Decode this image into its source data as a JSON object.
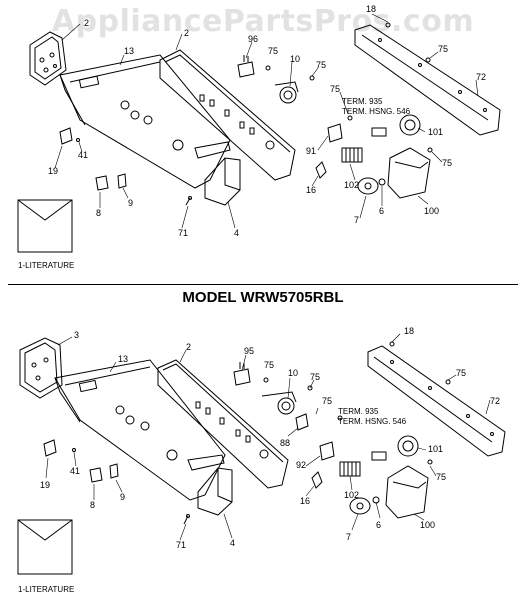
{
  "watermark": "AppliancePartsPros.com",
  "model_label": "MODEL WRW5705RBL",
  "top": {
    "labels": {
      "p2a": "2",
      "p2b": "2",
      "p13": "13",
      "p96": "96",
      "p75a": "75",
      "p10": "10",
      "p75b": "75",
      "p18": "18",
      "p75c": "75",
      "p72": "72",
      "p75d": "75",
      "p101": "101",
      "p91": "91",
      "p16": "16",
      "p102": "102",
      "p75e": "75",
      "p7": "7",
      "p6": "6",
      "p100": "100",
      "p19": "19",
      "p41": "41",
      "p8": "8",
      "p9": "9",
      "p71": "71",
      "p4": "4"
    },
    "term1": "TERM. 935",
    "term2": "TERM. HSNG. 546",
    "literature": "1-LITERATURE"
  },
  "bottom": {
    "labels": {
      "p3": "3",
      "p13": "13",
      "p2": "2",
      "p95": "95",
      "p75a": "75",
      "p10": "10",
      "p75b": "75",
      "p18": "18",
      "p75c": "75",
      "p72": "72",
      "p75d": "75",
      "p88": "88",
      "p101": "101",
      "p92": "92",
      "p16": "16",
      "p102": "102",
      "p75e": "75",
      "p7": "7",
      "p6": "6",
      "p100": "100",
      "p19": "19",
      "p41": "41",
      "p8": "8",
      "p9": "9",
      "p71": "71",
      "p4": "4"
    },
    "term1": "TERM. 935",
    "term2": "TERM. HSNG. 546",
    "literature": "1-LITERATURE"
  }
}
